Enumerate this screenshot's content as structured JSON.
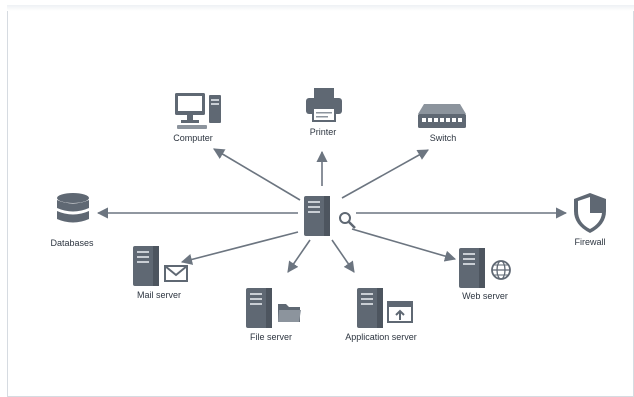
{
  "diagram": {
    "colors": {
      "icon": "#5f6873",
      "icon_light": "#8c949d",
      "arrow": "#6c7580",
      "text": "#2d3540",
      "frame_border": "#d6dbe1"
    },
    "center": {
      "icon": "server-with-magnifier-icon"
    },
    "nodes": [
      {
        "id": "computer",
        "label": "Computer",
        "icon": "desktop-computer-icon"
      },
      {
        "id": "printer",
        "label": "Printer",
        "icon": "printer-icon"
      },
      {
        "id": "switch",
        "label": "Switch",
        "icon": "network-switch-icon"
      },
      {
        "id": "databases",
        "label": "Databases",
        "icon": "database-icon"
      },
      {
        "id": "firewall",
        "label": "Firewall",
        "icon": "shield-icon"
      },
      {
        "id": "mail-server",
        "label": "Mail server",
        "icon": "mail-server-icon"
      },
      {
        "id": "web-server",
        "label": "Web server",
        "icon": "web-server-icon"
      },
      {
        "id": "file-server",
        "label": "File server",
        "icon": "file-server-icon"
      },
      {
        "id": "application-server",
        "label": "Application server",
        "icon": "application-server-icon"
      }
    ]
  }
}
